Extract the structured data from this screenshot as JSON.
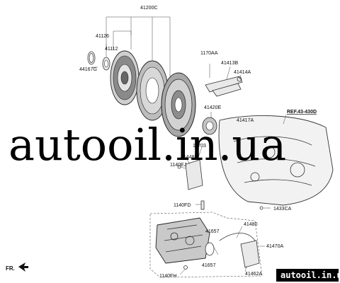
{
  "labels": {
    "clutch_kit": "41200C",
    "disc_assy": "41126",
    "disc_part": "41112",
    "snap_ring": "44167G",
    "bolt_top": "1170AA",
    "fork": "41413B",
    "fork_pivot": "41414A",
    "release_bearing": "41420E",
    "clip": "41417A",
    "ref_transaxle": "REF.43-430D",
    "bracket_label": "41448B",
    "pin": "11703",
    "bolt_bracket": "1140EJ",
    "bolt_fd": "1140FD",
    "bolt_ca": "1433CA",
    "actuator_gasket_a": "41657",
    "actuator_pipe": "41480",
    "actuator_assy": "41470A",
    "actuator_gasket_b": "41657",
    "bolt_fh": "1140FH",
    "fitting": "41462A"
  },
  "front_indicator": "FR.",
  "watermark": {
    "main_text": "autooil.in.ua",
    "badge_text": "autooil.in.ua"
  }
}
